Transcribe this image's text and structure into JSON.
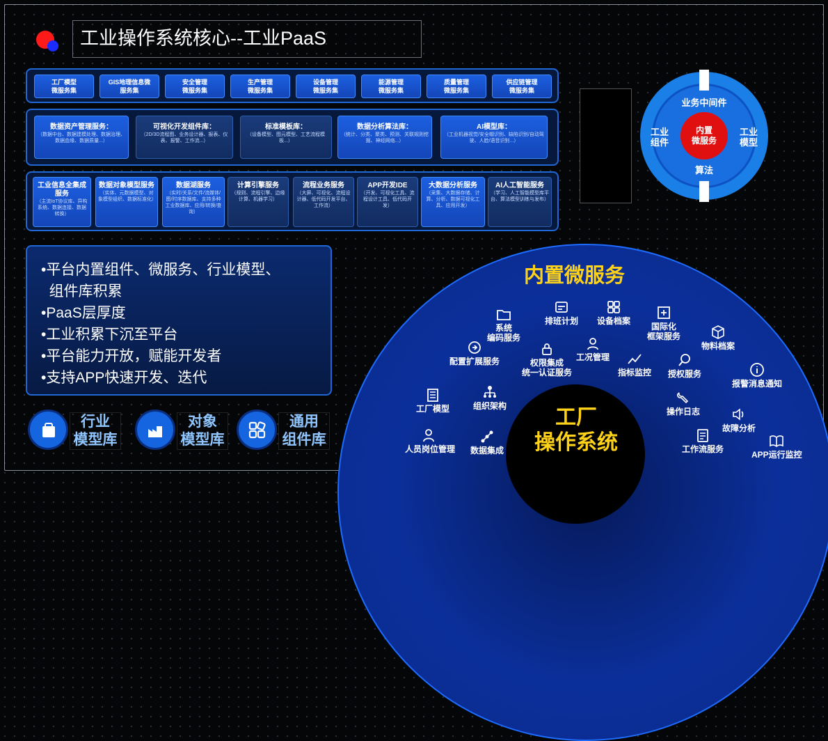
{
  "title": "工业操作系统核心--工业PaaS",
  "row1": [
    "工厂模型\n微服务集",
    "GIS地理信息微\n服务集",
    "安全管理\n微服务集",
    "生产管理\n微服务集",
    "设备管理\n微服务集",
    "能源管理\n微服务集",
    "质量管理\n微服务集",
    "供应链管理\n微服务集"
  ],
  "row2": [
    {
      "name": "数据资产管理服务：",
      "desc": "（数据中台、数据建模处理、数据治理、数据血缘、数据质量...）"
    },
    {
      "name": "可视化开发组件库：",
      "desc": "（2D/3D流程图、业务设计器、报表、仪表、报警、工作流...）"
    },
    {
      "name": "标准模板库：",
      "desc": "（设备模型、图元模型、工艺流程模板...）"
    },
    {
      "name": "数据分析算法库：",
      "desc": "（统计、分类、聚类、预测、关联规则挖掘、神经网络...）"
    },
    {
      "name": "AI模型库：",
      "desc": "（工业机器视觉/安全帽识别、缺陷识别/自动驾驶、人脸/语音识别...）"
    }
  ],
  "row3": [
    {
      "name": "工业信息全集成服务",
      "desc": "（主流IoT协议库、异构系统、数据连接、数据转换）"
    },
    {
      "name": "数据对象模型服务",
      "desc": "（实体、元数据模型、对象模型组织、数据标准化）"
    },
    {
      "name": "数据湖服务",
      "desc": "（实时/关系/文件/流媒体/图/时序数据库、支持多种工业数据库、应用/转换/查询）"
    },
    {
      "name": "计算引擎服务",
      "desc": "（规则、流程引擎、边缘计算、机器学习）"
    },
    {
      "name": "流程业务服务",
      "desc": "（大屏、可视化、流程设计器、低代码开发平台、工作流）"
    },
    {
      "name": "APP开发IDE",
      "desc": "（开发、可视化工具、流程设计工具、低代码开发）"
    },
    {
      "name": "大数据分析服务",
      "desc": "（采集、大数据存储、计算、分析、数据可视化工具、应用开发）"
    },
    {
      "name": "AI人工智能服务",
      "desc": "（学习、人工智能模型库平台、算法模型训练与发布）"
    }
  ],
  "ring": {
    "top": "业务中间件",
    "left": "工业\n组件",
    "right": "工业\n模型",
    "bottom": "算法",
    "center": "内置\n微服务"
  },
  "bullets": [
    "•平台内置组件、微服务、行业模型、",
    "  组件库积累",
    "•PaaS层厚度",
    "•工业积累下沉至平台",
    "•平台能力开放，赋能开发者",
    "•支持APP快速开发、迭代"
  ],
  "libs": [
    {
      "label": "行业\n模型库",
      "icon": "basket-icon"
    },
    {
      "label": "对象\n模型库",
      "icon": "factory-icon"
    },
    {
      "label": "通用\n组件库",
      "icon": "blocks-icon"
    }
  ],
  "dome": {
    "title": "内置微服务",
    "core": "工厂\n操作系统"
  },
  "services": [
    {
      "label": "系统\n编码服务",
      "icon": "folder-icon"
    },
    {
      "label": "排班计划",
      "icon": "calendar-icon"
    },
    {
      "label": "设备档案",
      "icon": "grid-icon"
    },
    {
      "label": "国际化\n框架服务",
      "icon": "plus-box-icon"
    },
    {
      "label": "物料档案",
      "icon": "cube-icon"
    },
    {
      "label": "配置扩展服务",
      "icon": "arrow-circle-icon"
    },
    {
      "label": "权限集成\n统一认证服务",
      "icon": "lock-icon"
    },
    {
      "label": "工况管理",
      "icon": "worker-icon"
    },
    {
      "label": "指标监控",
      "icon": "trend-icon"
    },
    {
      "label": "授权服务",
      "icon": "magnifier-icon"
    },
    {
      "label": "报警消息通知",
      "icon": "info-icon"
    },
    {
      "label": "工厂模型",
      "icon": "building-icon"
    },
    {
      "label": "组织架构",
      "icon": "org-icon"
    },
    {
      "label": "操作日志",
      "icon": "wrench-icon"
    },
    {
      "label": "故障分析",
      "icon": "speaker-icon"
    },
    {
      "label": "人员岗位管理",
      "icon": "people-icon"
    },
    {
      "label": "数据集成",
      "icon": "link-icon"
    },
    {
      "label": "工作流服务",
      "icon": "document-icon"
    },
    {
      "label": "APP运行监控",
      "icon": "book-icon"
    }
  ]
}
